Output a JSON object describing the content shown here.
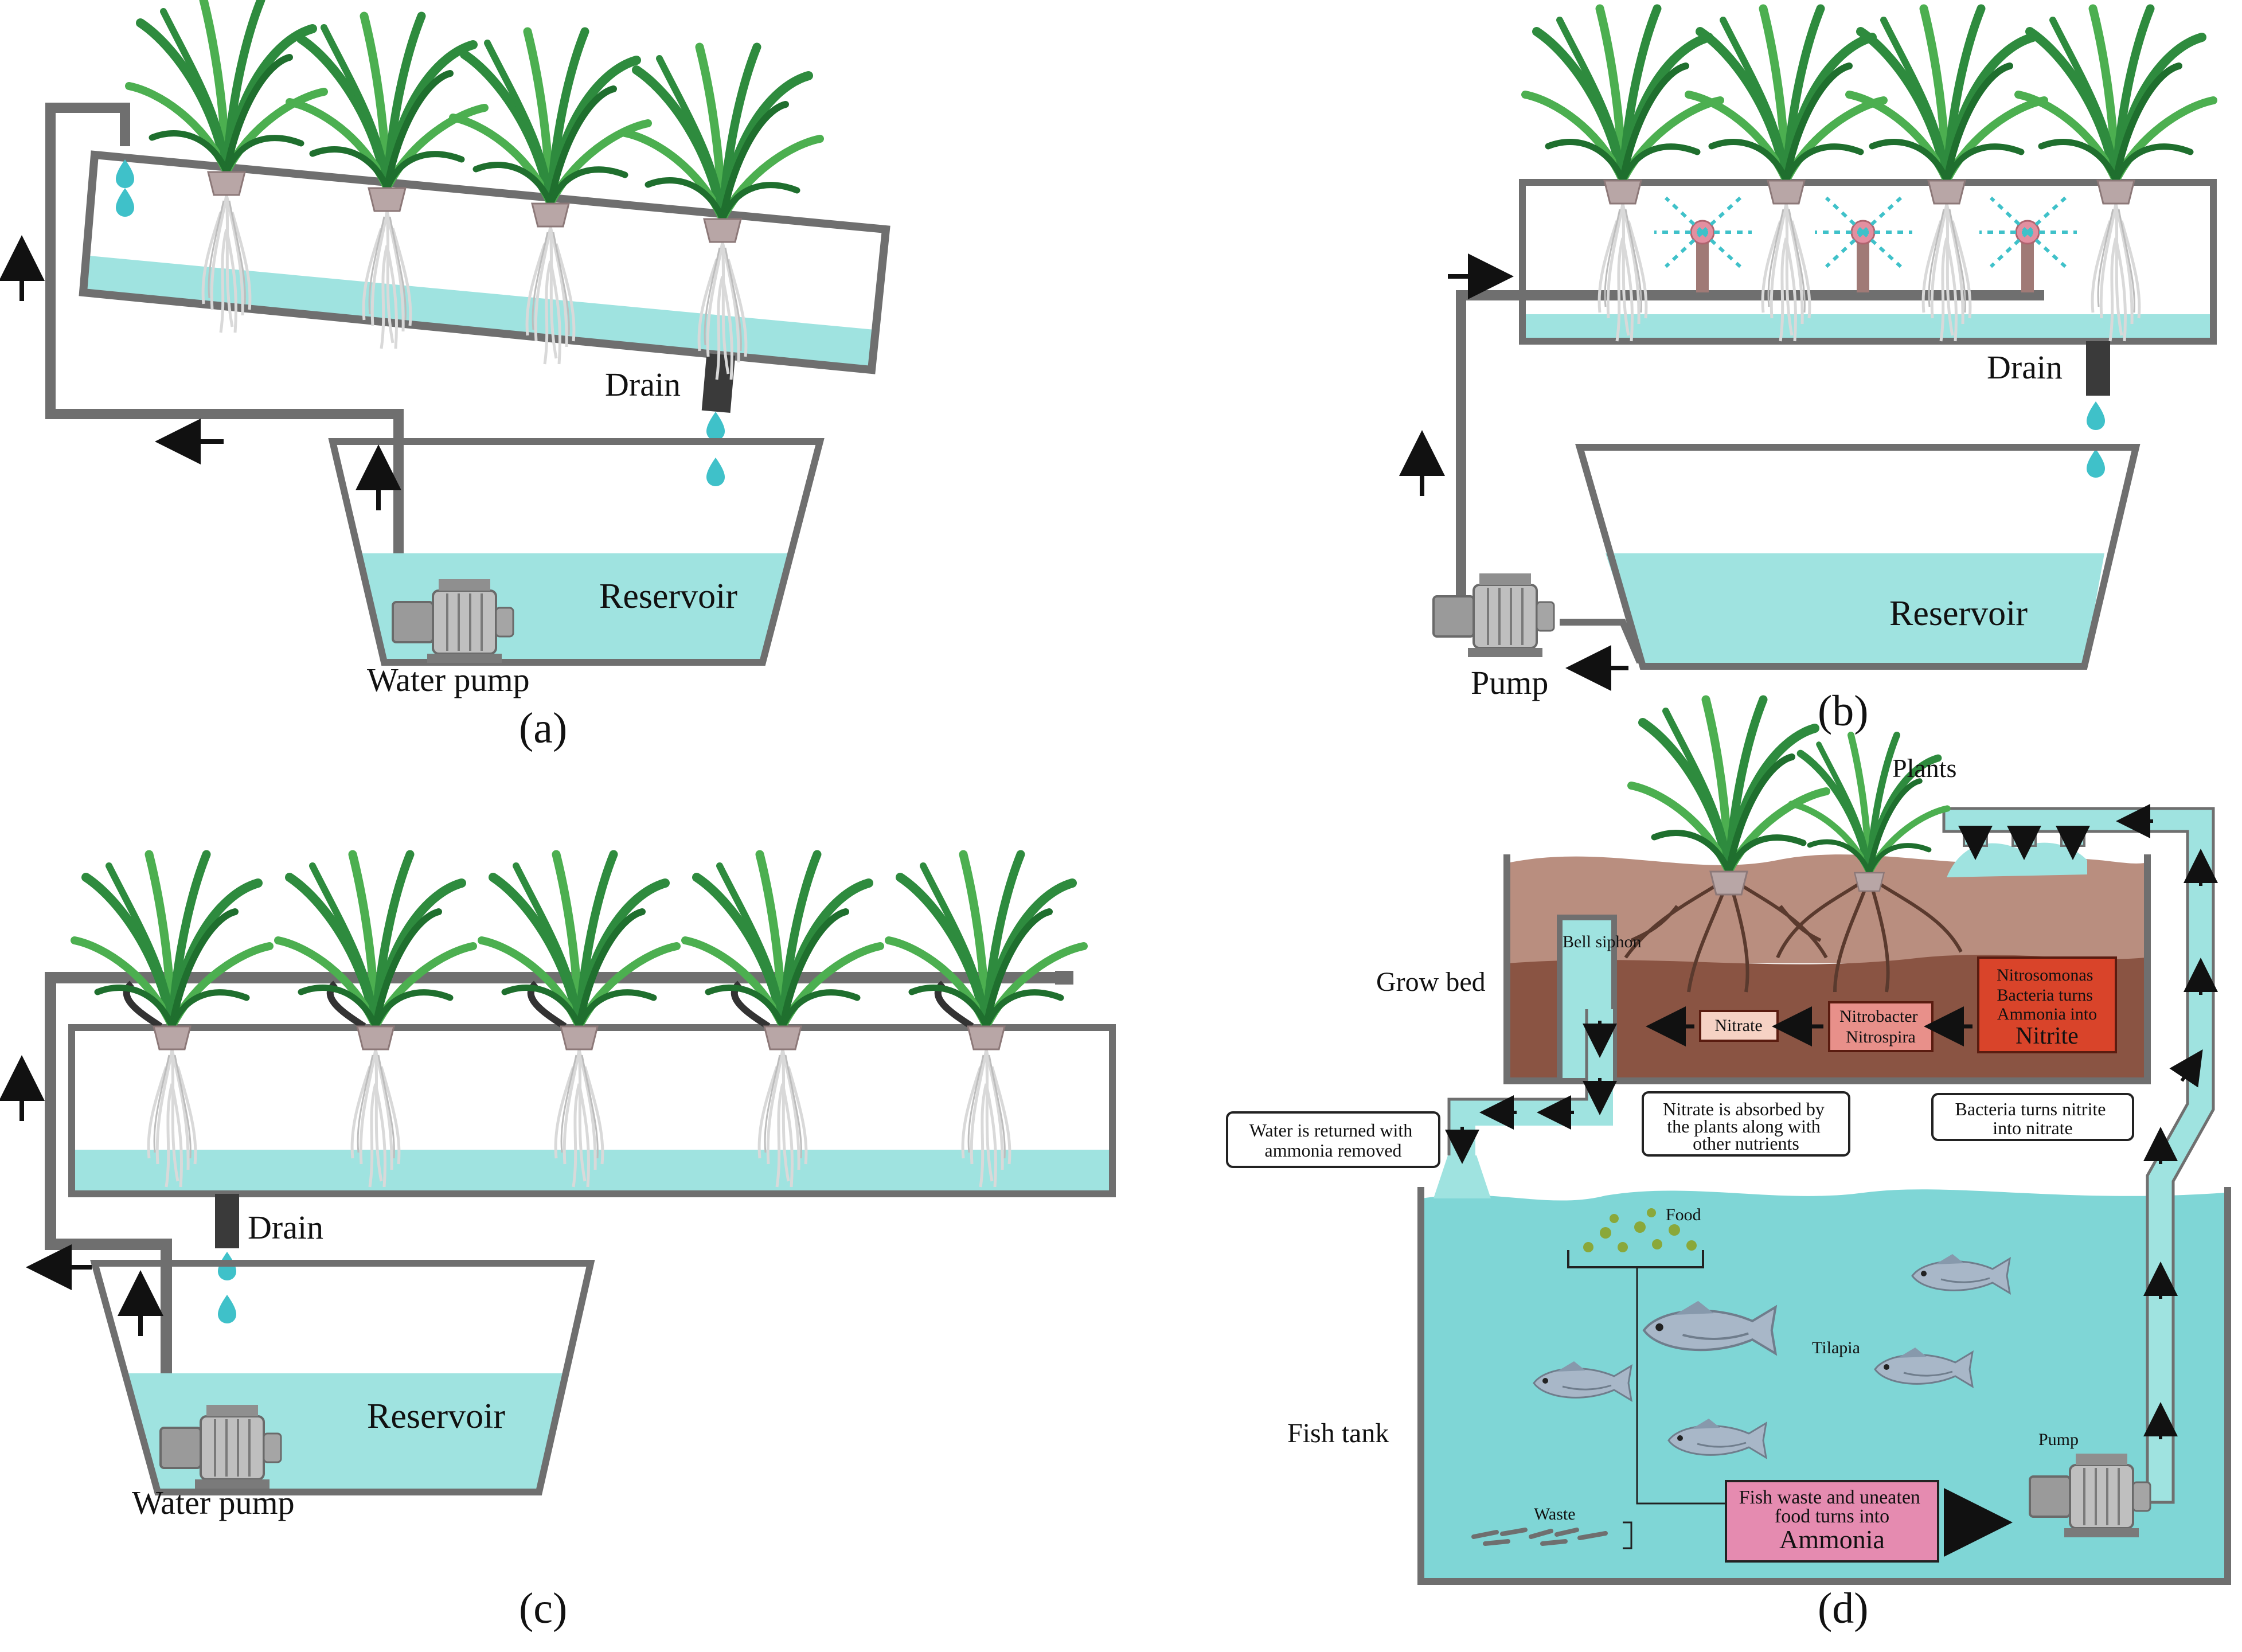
{
  "colors": {
    "water": "#9fe3e0",
    "water_deep": "#7fd6d6",
    "frame": "#6f6f6f",
    "pipe": "#6f6f6f",
    "drain": "#3a3a3a",
    "soil_top": "#b98e7f",
    "soil_bottom": "#8a5443",
    "leaf": "#2e8b3e",
    "leaf_light": "#4caf50",
    "root": "#d9d9d9",
    "cup": "#b8a6a6",
    "nitrite_box": "#d9442a",
    "nitrobacter_box": "#e8908a",
    "nitrate_box": "#f6d2c4",
    "ammonia_box": "#e58bb0",
    "fish": "#a8b7c8",
    "food": "#8aa83a"
  },
  "panel_a": {
    "caption": "(a)",
    "drain_label": "Drain",
    "reservoir_label": "Reservoir",
    "pump_label": "Water pump"
  },
  "panel_b": {
    "caption": "(b)",
    "drain_label": "Drain",
    "reservoir_label": "Reservoir",
    "pump_label": "Pump"
  },
  "panel_c": {
    "caption": "(c)",
    "drain_label": "Drain",
    "reservoir_label": "Reservoir",
    "pump_label": "Water pump"
  },
  "panel_d": {
    "caption": "(d)",
    "plants_label": "Plants",
    "grow_bed_label": "Grow bed",
    "bell_siphon_label": "Bell siphon",
    "nitrosomonas_line1": "Nitrosomonas",
    "nitrosomonas_line2": "Bacteria turns",
    "nitrosomonas_line3": "Ammonia into",
    "nitrosomonas_line4": "Nitrite",
    "nitrobacter_line1": "Nitrobacter",
    "nitrobacter_line2": "Nitrospira",
    "nitrate_label": "Nitrate",
    "water_returned_line1": "Water is returned with",
    "water_returned_line2": "ammonia removed",
    "nitrate_absorbed_line1": "Nitrate is absorbed by",
    "nitrate_absorbed_line2": "the plants along with",
    "nitrate_absorbed_line3": "other nutrients",
    "bacteria_nitrite_line1": "Bacteria turns nitrite",
    "bacteria_nitrite_line2": "into nitrate",
    "food_label": "Food",
    "tilapia_label": "Tilapia",
    "fish_tank_label": "Fish tank",
    "pump_label": "Pump",
    "waste_label": "Waste",
    "ammonia_line1": "Fish waste and uneaten",
    "ammonia_line2": "food turns into",
    "ammonia_line3": "Ammonia"
  }
}
